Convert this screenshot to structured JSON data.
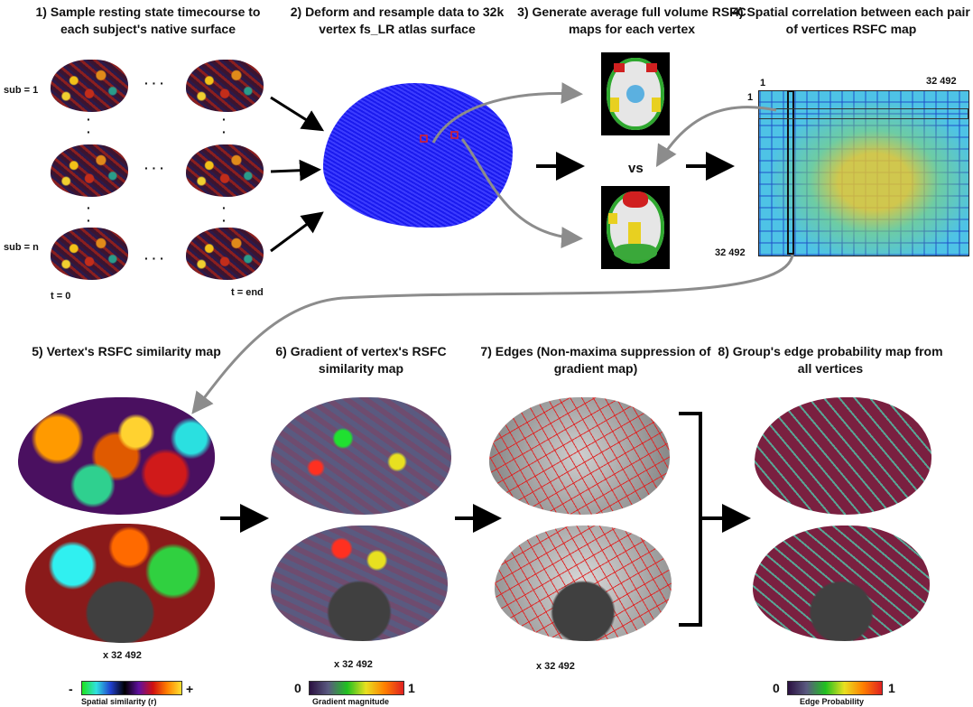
{
  "steps": {
    "s1": "1) Sample resting state timecourse to each subject's native surface",
    "s2": "2) Deform and resample data to 32k vertex fs_LR atlas surface",
    "s3": "3) Generate average full volume RSFC maps for each vertex",
    "s4": "4) Spatial correlation between each pair of vertices RSFC map",
    "s5": "5) Vertex's RSFC similarity map",
    "s6": "6) Gradient of vertex's RSFC similarity map",
    "s7": "7) Edges (Non-maxima suppression of gradient map)",
    "s8": "8) Group's edge probability map from all vertices"
  },
  "subjects": {
    "first": "sub = 1",
    "last": "sub = n",
    "t0": "t = 0",
    "tend": "t = end",
    "hdots": "· · ·",
    "vdots": "·"
  },
  "vs": "vs",
  "matrix": {
    "top_left": "1",
    "top_right": "32 492",
    "left_top": "1",
    "bottom_left": "32 492"
  },
  "multipliers": {
    "m5": "x 32 492",
    "m6": "x 32 492",
    "m7": "x 32 492"
  },
  "colorbars": {
    "similarity": {
      "min": "-",
      "max": "+",
      "label": "Spatial similarity (r)"
    },
    "gradient": {
      "min": "0",
      "max": "1",
      "label": "Gradient magnitude"
    },
    "edge": {
      "min": "0",
      "max": "1",
      "label": "Edge Probability"
    }
  },
  "colors": {
    "atlas_blue": "#1414e6",
    "edge_red": "#e02020",
    "gray_arrow": "#8c8c8c",
    "matrix_cyan": "#4ec3e6"
  }
}
